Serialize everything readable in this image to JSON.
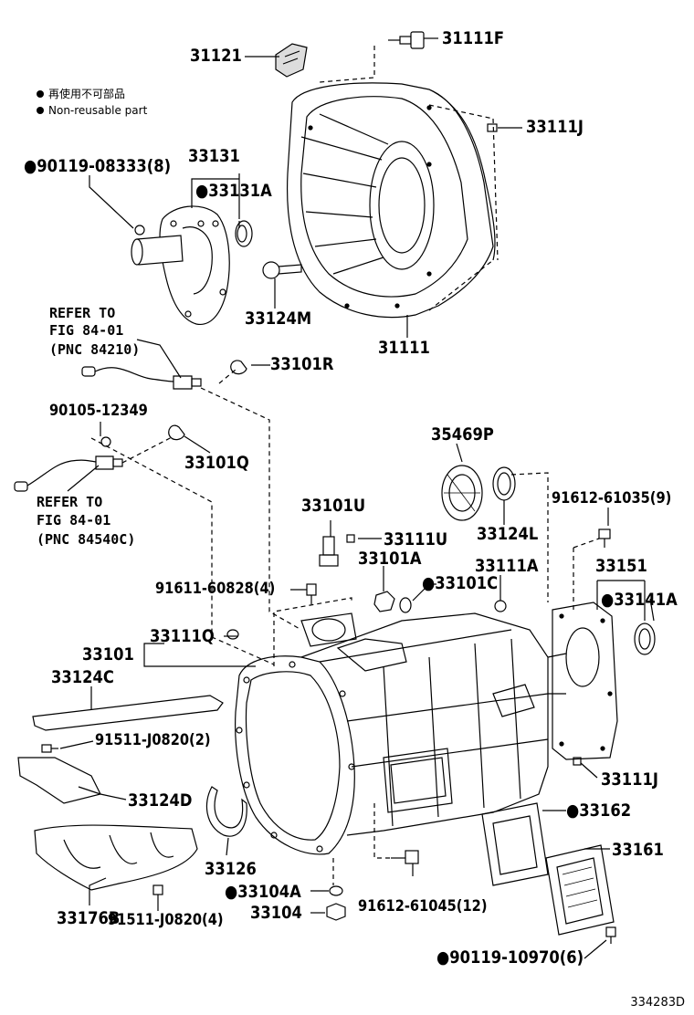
{
  "legend": {
    "symbol": "●",
    "line1": "再使用不可部品",
    "line2": "Non-reusable part"
  },
  "figure_id": "334283D",
  "labels": {
    "p31121": "31121",
    "p31111F": "31111F",
    "p33111J_top": "33111J",
    "p90119_08333": "●90119-08333(8)",
    "p33131": "33131",
    "p33131A": "●33131A",
    "p33124M": "33124M",
    "p31111": "31111",
    "refer1_a": "REFER TO",
    "refer1_b": "FIG 84-01",
    "refer1_c": "(PNC 84210)",
    "p33101R": "33101R",
    "p90105_12349": "90105-12349",
    "p33101Q": "33101Q",
    "refer2_a": "REFER TO",
    "refer2_b": "FIG 84-01",
    "refer2_c": "(PNC 84540C)",
    "p35469P": "35469P",
    "p33124L": "33124L",
    "p91612_61035": "91612-61035(9)",
    "p33101U": "33101U",
    "p33111U": "33111U",
    "p33101A": "33101A",
    "p33111A": "33111A",
    "p33151": "33151",
    "p91611_60828": "91611-60828(4)",
    "p33101C": "●33101C",
    "p33141A": "●33141A",
    "p33111Q": "33111Q",
    "p33101": "33101",
    "p33124C": "33124C",
    "p91511_J0820_2": "91511-J0820(2)",
    "p33124D": "33124D",
    "p33111J_bottom": "33111J",
    "p33162": "●33162",
    "p33126": "33126",
    "p33161": "33161",
    "p33104A": "●33104A",
    "p33104": "33104",
    "p91612_61045": "91612-61045(12)",
    "p91511_J0820_4": "91511-J0820(4)",
    "p33176B": "33176B",
    "p90119_10970": "●90119-10970(6)"
  }
}
